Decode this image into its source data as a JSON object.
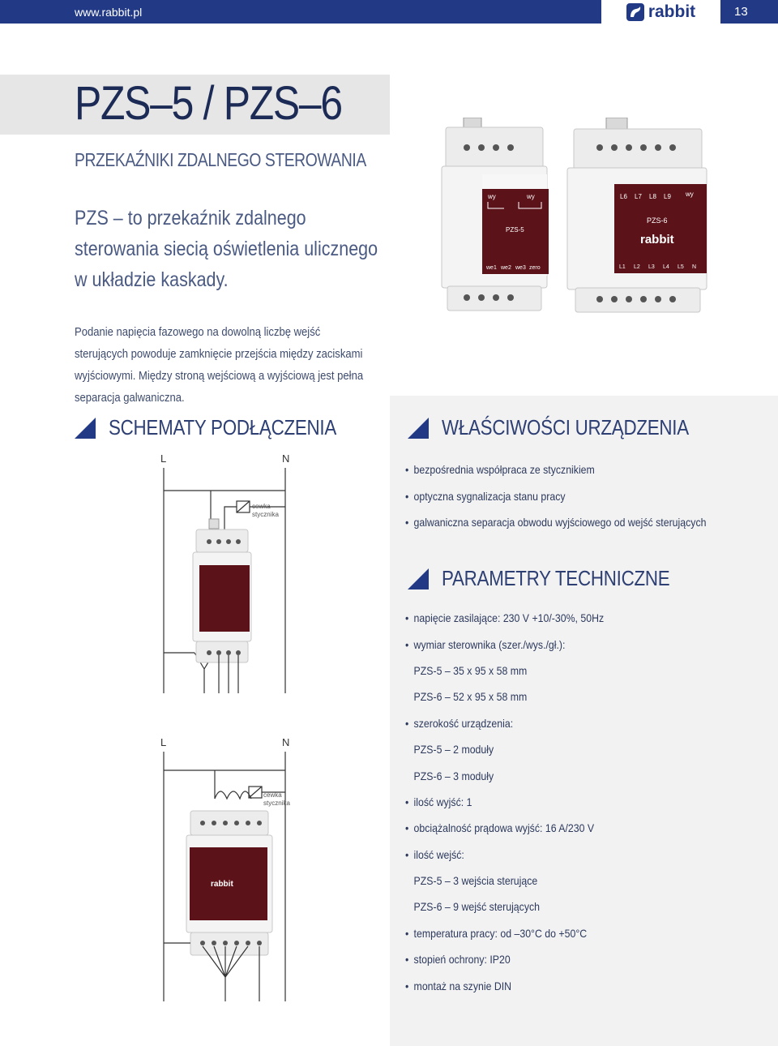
{
  "header": {
    "url": "www.rabbit.pl",
    "brand": "rabbit",
    "page_number": "13",
    "colors": {
      "bar": "#223a86",
      "accent": "#223a86"
    }
  },
  "title": "PZS–5 / PZS–6",
  "subtitle": "PRZEKAŹNIKI ZDALNEGO STEROWANIA",
  "lead": "PZS – to przekaźnik zdalnego sterowania siecią oświetlenia ulicznego w układzie kaskady.",
  "body": "Podanie napięcia fazowego na dowolną liczbę wejść sterujących powoduje zamknięcie przejścia między zaciskami wyjściowymi. Między stroną wejściową a wyjściową jest pełna separacja galwaniczna.",
  "photo": {
    "pzs5": {
      "top_labels": [
        "wy",
        "wy"
      ],
      "model": "PZS-5",
      "bottom_labels": [
        "we1",
        "we2",
        "we3",
        "zero"
      ]
    },
    "pzs6": {
      "top_labels": [
        "L6",
        "L7",
        "L8",
        "L9",
        "wy"
      ],
      "model": "PZS-6",
      "brand": "rabbit",
      "bottom_labels": [
        "L1",
        "L2",
        "L3",
        "L4",
        "L5",
        "N"
      ]
    }
  },
  "schematy": {
    "heading": "SCHEMATY PODŁĄCZENIA",
    "diagram1": {
      "line_l": "L",
      "line_n": "N",
      "coil_label_1": "cewka",
      "coil_label_2": "stycznika"
    },
    "diagram2": {
      "line_l": "L",
      "line_n": "N",
      "coil_label_1": "cewka",
      "coil_label_2": "stycznika"
    }
  },
  "wlasciwosci": {
    "heading": "WŁAŚCIWOŚCI URZĄDZENIA",
    "items": [
      "bezpośrednia współpraca ze stycznikiem",
      "optyczna sygnalizacja stanu pracy",
      "galwaniczna separacja obwodu wyjściowego od wejść sterujących"
    ]
  },
  "parametry": {
    "heading": "PARAMETRY TECHNICZNE",
    "items": [
      {
        "bullet": "•",
        "text": "napięcie zasilające: 230 V +10/-30%, 50Hz"
      },
      {
        "bullet": "•",
        "text": "wymiar sterownika (szer./wys./gł.):"
      },
      {
        "bullet": "",
        "text": "PZS-5 – 35 x 95 x 58 mm"
      },
      {
        "bullet": "",
        "text": "PZS-6 – 52 x 95 x 58 mm"
      },
      {
        "bullet": "•",
        "text": "szerokość urządzenia:"
      },
      {
        "bullet": "",
        "text": "PZS-5 – 2 moduły"
      },
      {
        "bullet": "",
        "text": "PZS-6 – 3 moduły"
      },
      {
        "bullet": "•",
        "text": "ilość wyjść: 1"
      },
      {
        "bullet": "•",
        "text": "obciążalność prądowa wyjść: 16 A/230 V"
      },
      {
        "bullet": "•",
        "text": "ilość wejść:"
      },
      {
        "bullet": "",
        "text": "PZS-5 – 3 wejścia sterujące"
      },
      {
        "bullet": "",
        "text": "PZS-6 – 9 wejść sterujących"
      },
      {
        "bullet": "•",
        "text": "temperatura pracy: od –30°C do +50°C"
      },
      {
        "bullet": "•",
        "text": "stopień ochrony: IP20"
      },
      {
        "bullet": "•",
        "text": "montaż na szynie DIN"
      }
    ]
  }
}
